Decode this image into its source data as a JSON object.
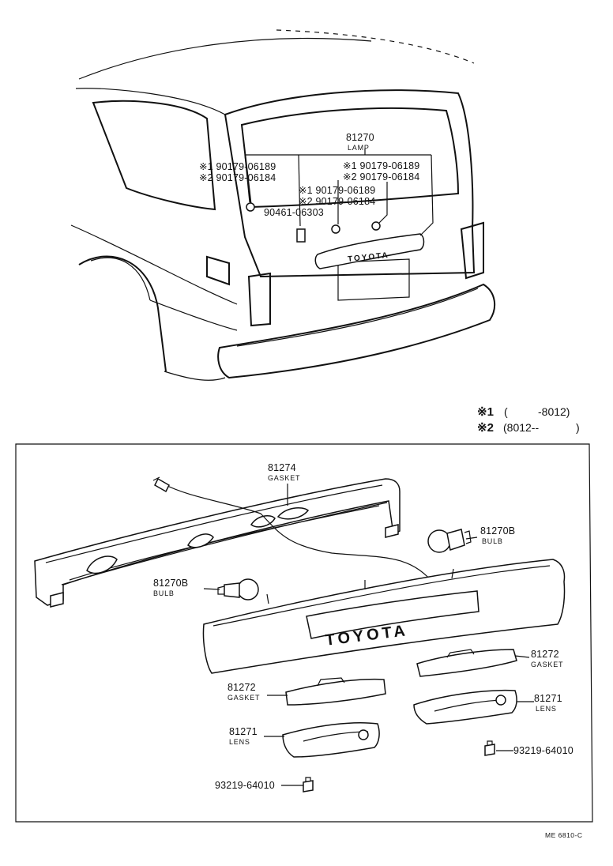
{
  "diagram": {
    "upper_labels": {
      "lamp_number": "81270",
      "lamp_name": "LAMP",
      "left_1": "※1 90179-06189",
      "left_2": "※2 90179-06184",
      "right_1": "※1 90179-06189",
      "right_2": "※2 90179-06184",
      "mid_1": "※1 90179-06189",
      "mid_2": "※2 90179-06184",
      "screw": "90461-06303",
      "plate_text": "TOYOTA"
    },
    "legend": {
      "row1_mark": "※1",
      "row1_open": "(",
      "row1_range": "-8012)",
      "row2_mark": "※2",
      "row2_range": "(8012--",
      "row2_close": ")"
    },
    "lower_labels": {
      "gasket_top_number": "81274",
      "gasket_top_name": "GASKET",
      "bulb_right_number": "81270B",
      "bulb_right_name": "BULB",
      "bulb_left_number": "81270B",
      "bulb_left_name": "BULB",
      "bar_text": "TOYOTA",
      "gasket_r_number": "81272",
      "gasket_r_name": "GASKET",
      "gasket_l_number": "81272",
      "gasket_l_name": "GASKET",
      "lens_r_number": "81271",
      "lens_r_name": "LENS",
      "lens_l_number": "81271",
      "lens_l_name": "LENS",
      "screw_r": "93219-64010",
      "screw_l": "93219-64010"
    },
    "figure_code": "ME 6810-C"
  }
}
